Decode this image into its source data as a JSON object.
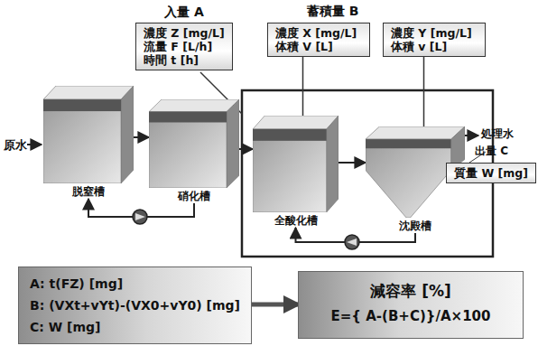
{
  "diagram": {
    "nodes": [
      {
        "text": [
          "入量 A",
          "濃度 Z [mg/L]",
          "流量 F [L/h]",
          "時間 t [h]"
        ]
      },
      {
        "text": [
          "濃度 X [mg/L]",
          "体積 V [L]"
        ]
      },
      {
        "text": [
          "濃度 Y [mg/L]",
          "体積 v [L]"
        ]
      },
      {
        "text": [
          "脱窒槽"
        ]
      },
      {
        "text": [
          "硝化槽"
        ]
      },
      {
        "text": [
          "全酸化槽"
        ]
      },
      {
        "text": [
          "沈殿槽"
        ]
      },
      {
        "text": [
          "出量 C",
          "質量 W [mg]"
        ]
      },
      {
        "text": [
          "A: t(FZ) [mg]",
          "B: (VXt+vYt)-(VX0+vY0) [mg]",
          "C: W [mg]"
        ]
      },
      {
        "text": [
          "減容率 [%]",
          "E={ A-(B+C)}/A×100"
        ]
      }
    ],
    "edges": [
      {
        "from": 3,
        "to": 4,
        "arrow": "to"
      },
      {
        "from": 4,
        "to": 5,
        "arrow": "to"
      },
      {
        "from": 5,
        "to": 6,
        "arrow": "to"
      },
      {
        "from": 4,
        "to": 3,
        "arrow": "to"
      },
      {
        "from": 6,
        "to": 5,
        "arrow": "to"
      },
      {
        "from": 1,
        "to": 5,
        "arrow": "none"
      },
      {
        "from": 2,
        "to": 6,
        "arrow": "none"
      },
      {
        "from": 8,
        "to": 9,
        "arrow": "to"
      }
    ],
    "labels": [
      "原水",
      "蓄積量 B",
      "処理水"
    ]
  }
}
